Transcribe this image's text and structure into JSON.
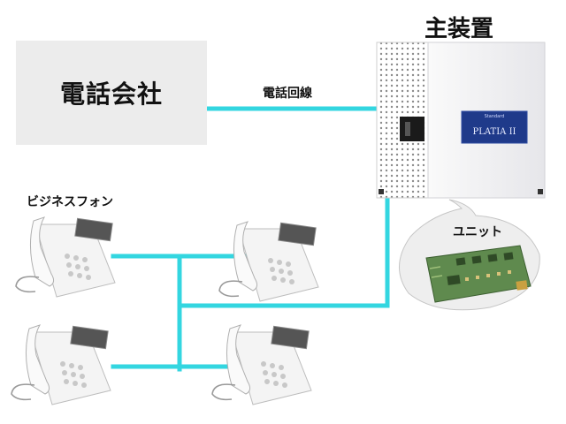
{
  "carrier": {
    "label": "電話会社"
  },
  "line": {
    "label": "電話回線"
  },
  "pbx": {
    "title": "主装置",
    "brand_small": "Standard",
    "brand_panel": "PLATIA II"
  },
  "phones": {
    "title": "ビジネスフォン"
  },
  "unit": {
    "title": "ユニット"
  },
  "colors": {
    "wire": "#33d6e0",
    "pbx_body": "#f2f2f4",
    "board": "#5f8a4e"
  }
}
